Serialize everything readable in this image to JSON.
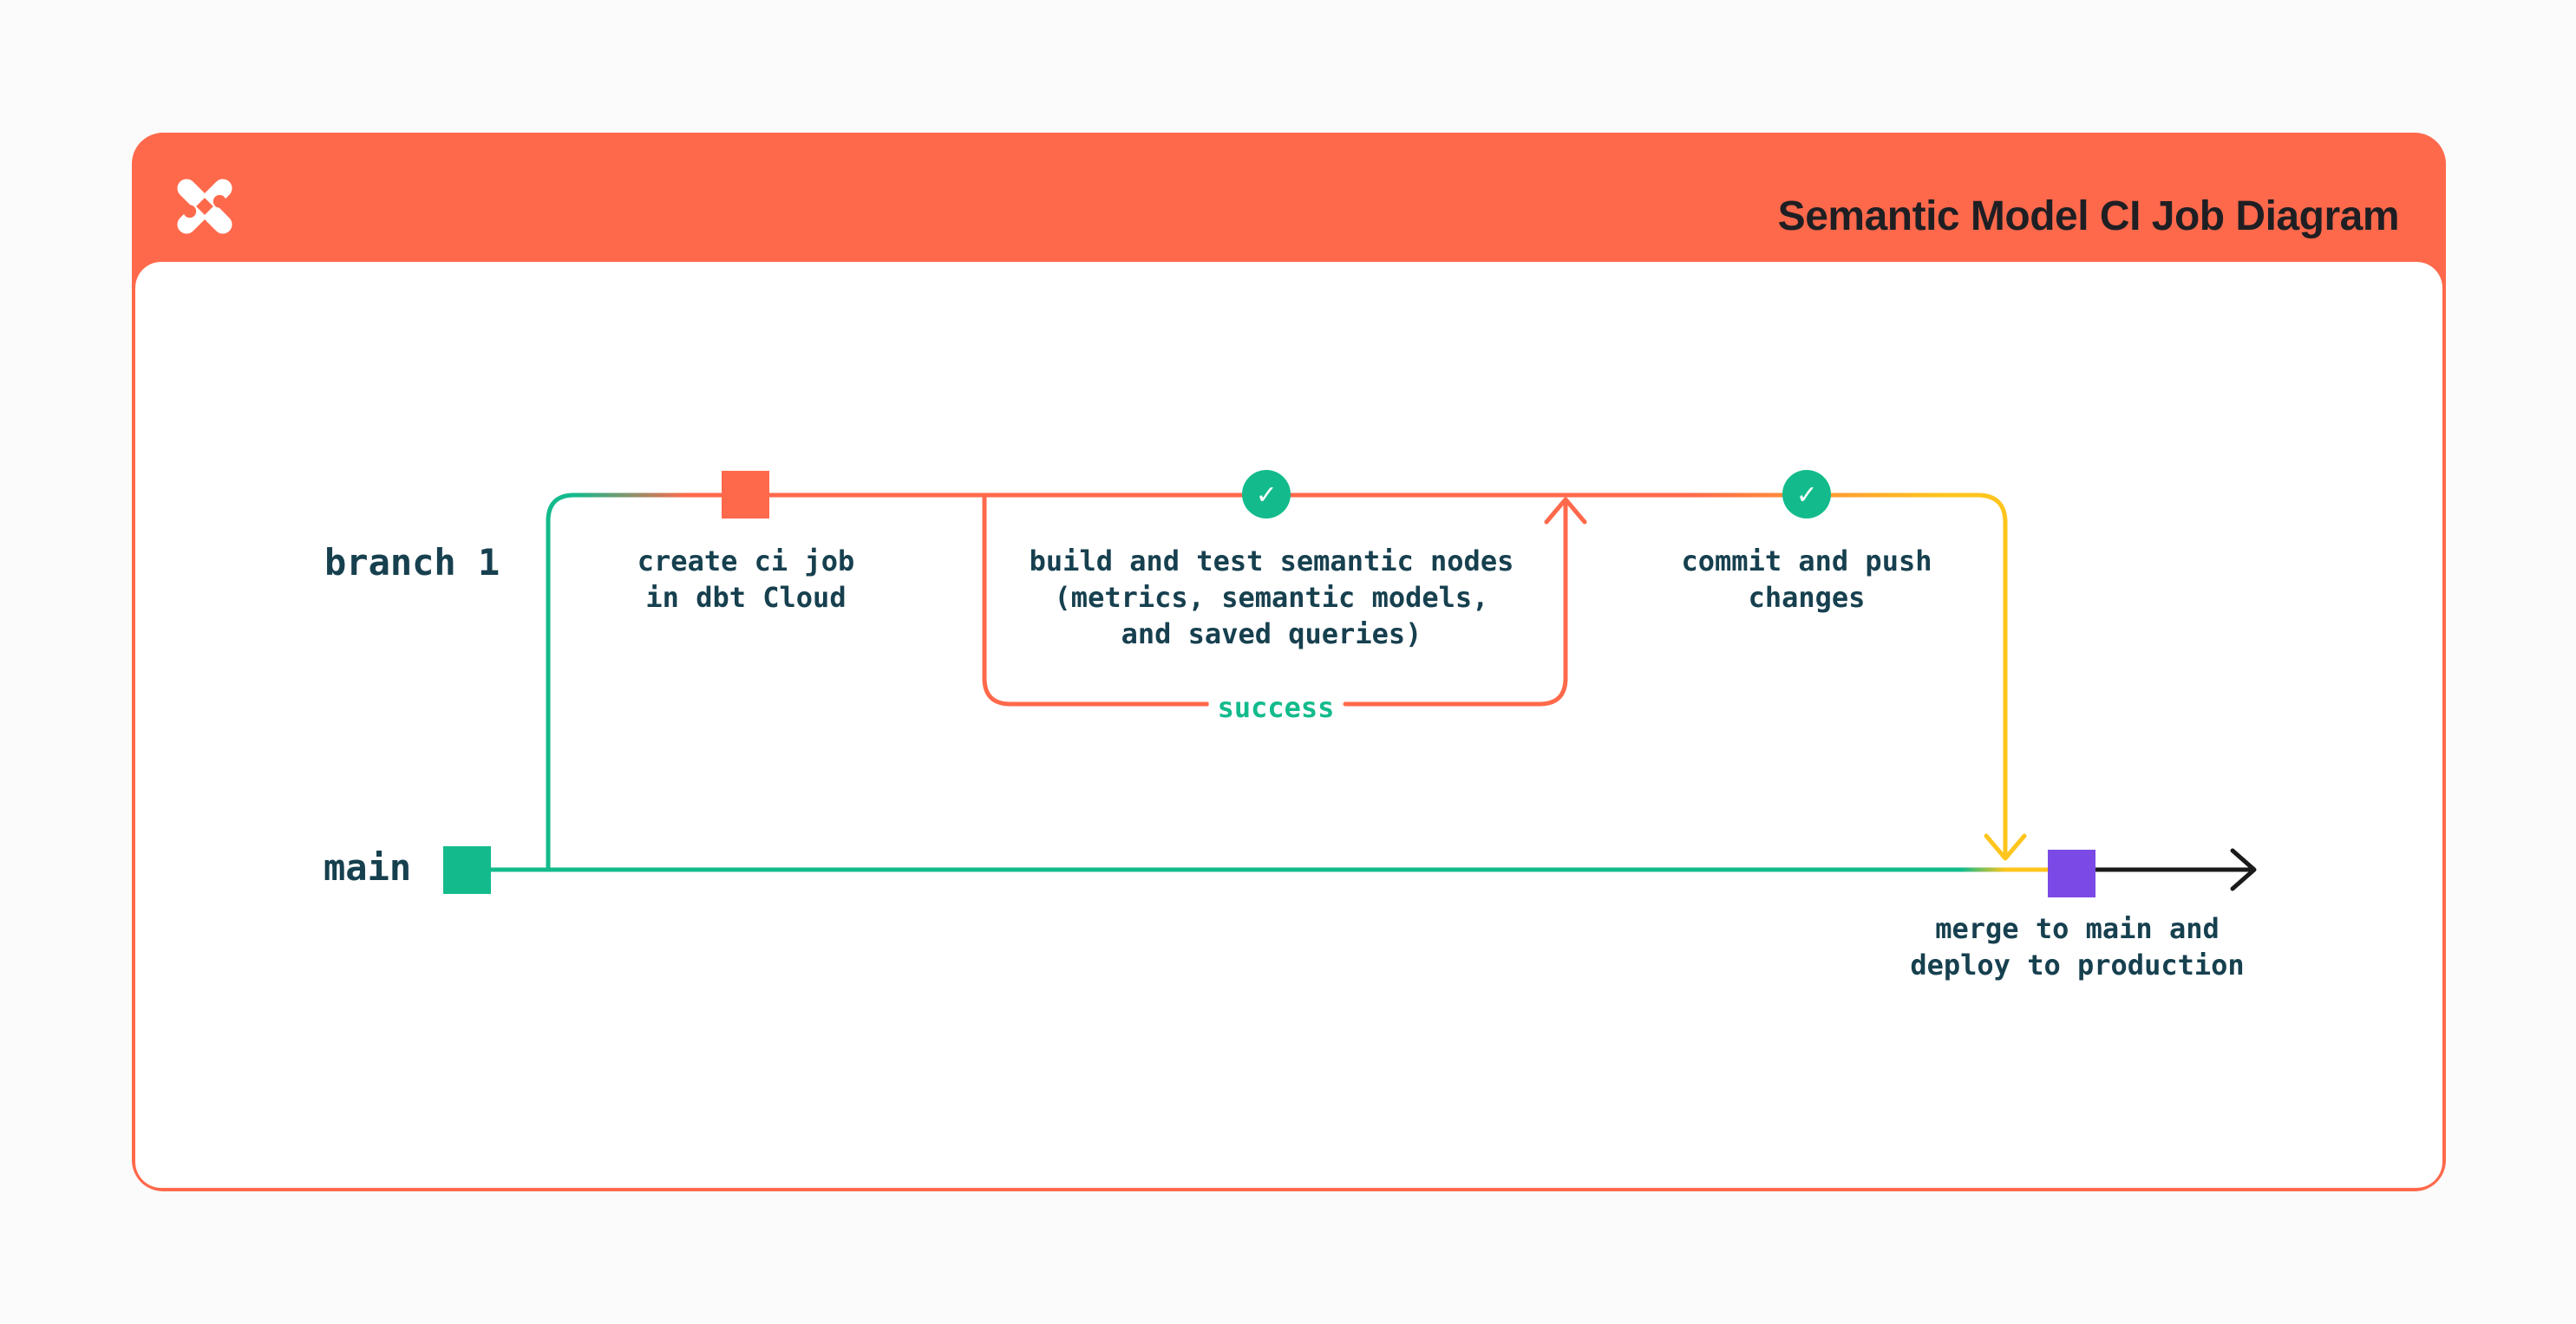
{
  "header": {
    "title": "Semantic Model CI Job Diagram",
    "logo": "dbt-logo"
  },
  "colors": {
    "orange": "#FF694B",
    "green": "#13BB8C",
    "yellow": "#FFC51D",
    "purple": "#7B4AE6",
    "ink": "#17404F",
    "title_ink": "#1F1F23",
    "arrow_black": "#1A1A1A",
    "card_background": "#FFFFFF"
  },
  "diagram": {
    "branch_label": "branch 1",
    "main_label": "main",
    "check_glyph": "✓",
    "loop_label": "success",
    "steps": {
      "create_ci": "create ci job\nin dbt Cloud",
      "build_test": "build and test semantic nodes\n(metrics, semantic models,\nand saved queries)",
      "commit_push": "commit and push\nchanges",
      "merge_deploy": "merge to main and\ndeploy to production"
    }
  }
}
